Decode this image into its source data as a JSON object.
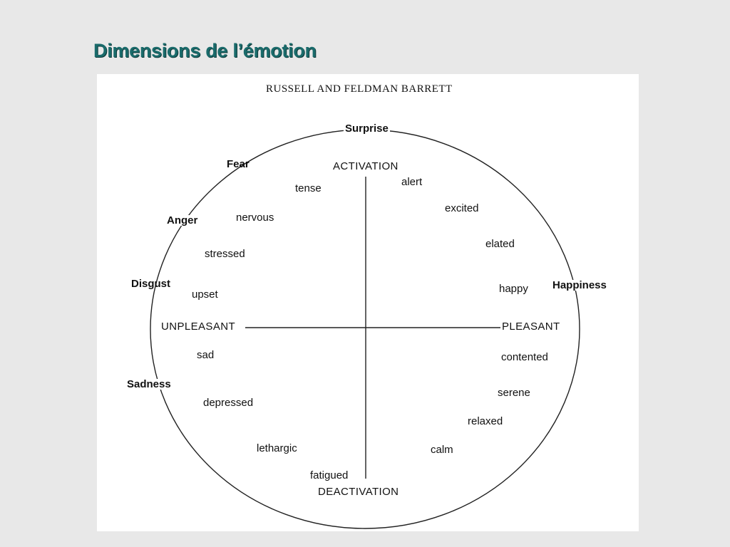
{
  "slide": {
    "title": "Dimensions de l’émotion"
  },
  "figure": {
    "header": "RUSSELL AND FELDMAN BARRETT",
    "axes": {
      "top": "ACTIVATION",
      "bottom": "DEACTIVATION",
      "left": "UNPLEASANT",
      "right": "PLEASANT"
    },
    "basic_emotions": {
      "surprise": "Surprise",
      "fear": "Fear",
      "anger": "Anger",
      "disgust": "Disgust",
      "happiness": "Happiness",
      "sadness": "Sadness"
    },
    "states": {
      "tense": "tense",
      "alert": "alert",
      "nervous": "nervous",
      "excited": "excited",
      "stressed": "stressed",
      "elated": "elated",
      "upset": "upset",
      "happy": "happy",
      "sad": "sad",
      "contented": "contented",
      "depressed": "depressed",
      "serene": "serene",
      "relaxed": "relaxed",
      "lethargic": "lethargic",
      "calm": "calm",
      "fatigued": "fatigued"
    }
  }
}
